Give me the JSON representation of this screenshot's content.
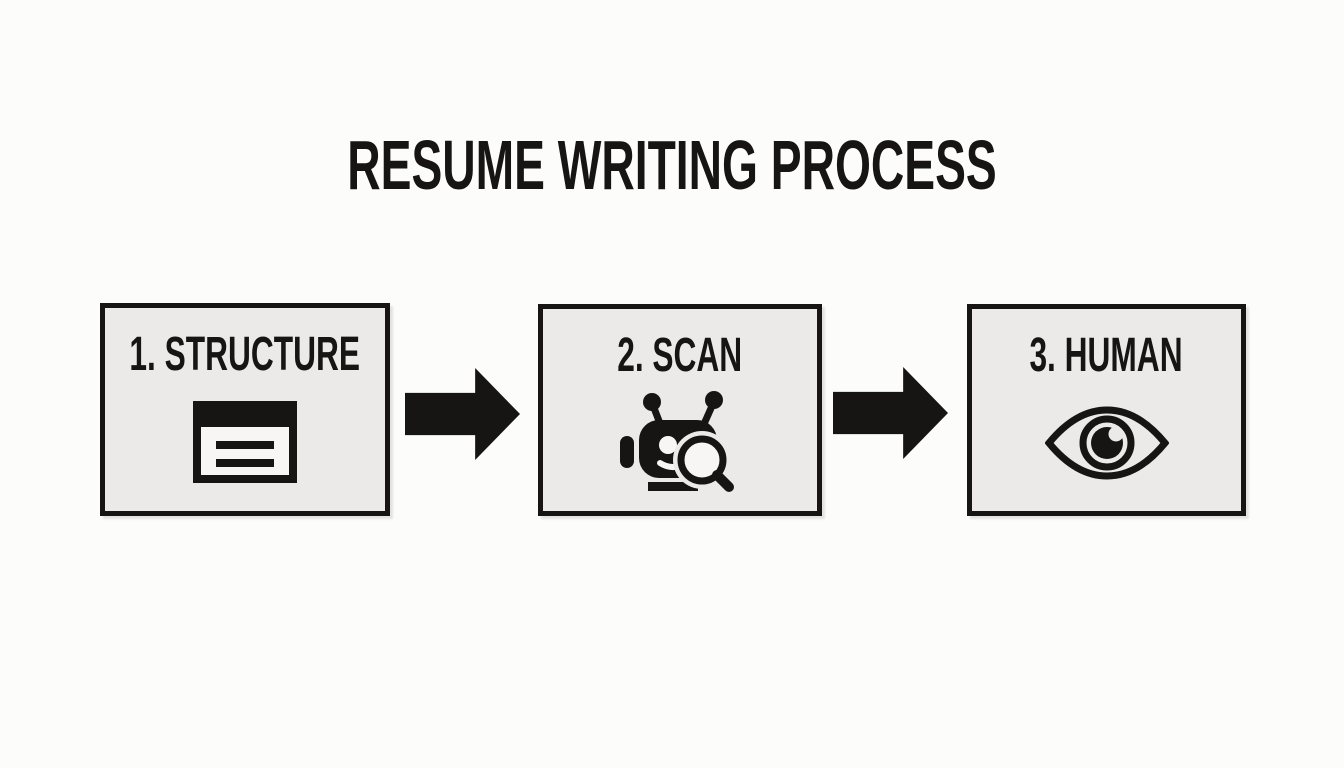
{
  "title": "RESUME WRITING PROCESS",
  "steps": [
    {
      "label": "1. STRUCTURE",
      "icon": "document-icon"
    },
    {
      "label": "2. SCAN",
      "icon": "robot-scan-icon"
    },
    {
      "label": "3. HUMAN",
      "icon": "eye-icon"
    }
  ],
  "connectors": [
    {
      "icon": "arrow-right-icon"
    },
    {
      "icon": "arrow-right-icon"
    }
  ],
  "colors": {
    "background": "#fcfcfb",
    "box_fill": "#eceae8",
    "ink": "#171513",
    "icon_paper": "#f7f6f4"
  }
}
